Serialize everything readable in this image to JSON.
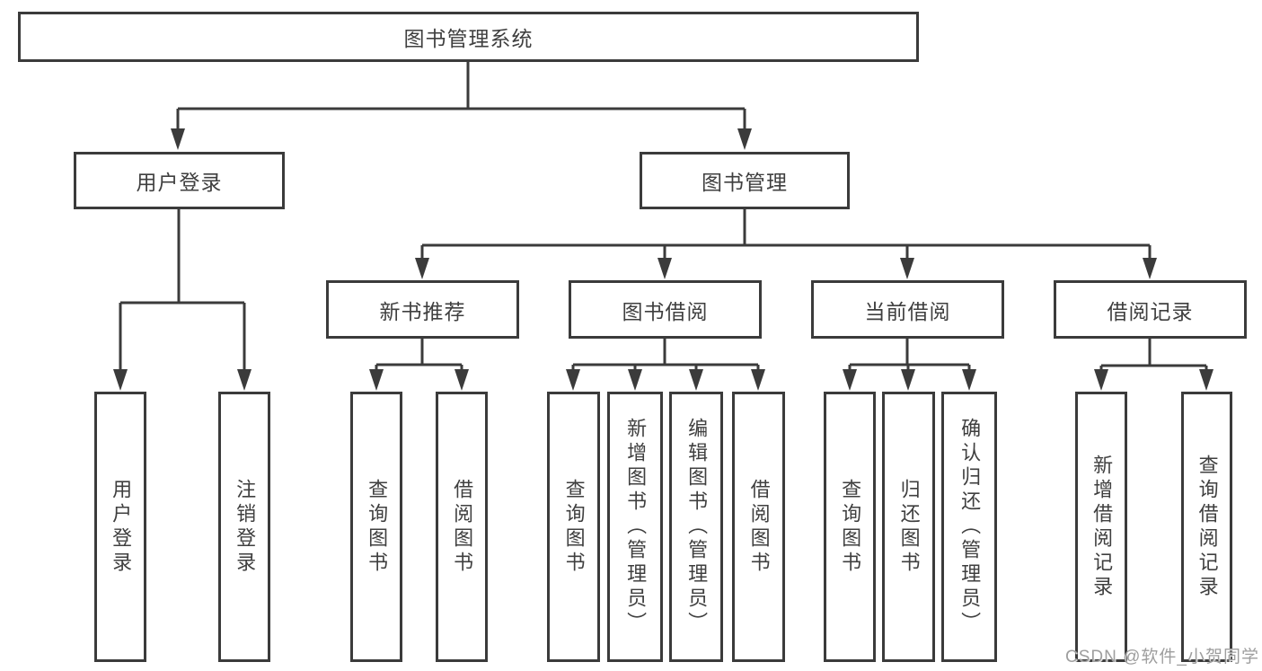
{
  "diagram": {
    "title": "图书管理系统",
    "branches": [
      {
        "label": "用户登录",
        "children": [
          {
            "label": "用户登录"
          },
          {
            "label": "注销登录"
          }
        ]
      },
      {
        "label": "图书管理",
        "groups": [
          {
            "label": "新书推荐",
            "children": [
              {
                "label": "查询图书"
              },
              {
                "label": "借阅图书"
              }
            ]
          },
          {
            "label": "图书借阅",
            "children": [
              {
                "label": "查询图书"
              },
              {
                "label": "新增图书（管理员）"
              },
              {
                "label": "编辑图书（管理员）"
              },
              {
                "label": "借阅图书"
              }
            ]
          },
          {
            "label": "当前借阅",
            "children": [
              {
                "label": "查询图书"
              },
              {
                "label": "归还图书"
              },
              {
                "label": "确认归还（管理员）"
              }
            ]
          },
          {
            "label": "借阅记录",
            "children": [
              {
                "label": "新增借阅记录"
              },
              {
                "label": "查询借阅记录"
              }
            ]
          }
        ]
      }
    ]
  },
  "watermark": {
    "text": "CSDN @软件_小贺同学"
  },
  "colors": {
    "line": "#3b3b3b",
    "text": "#3f3f3f",
    "background": "#ffffff",
    "watermark": "#9e9e9e"
  }
}
